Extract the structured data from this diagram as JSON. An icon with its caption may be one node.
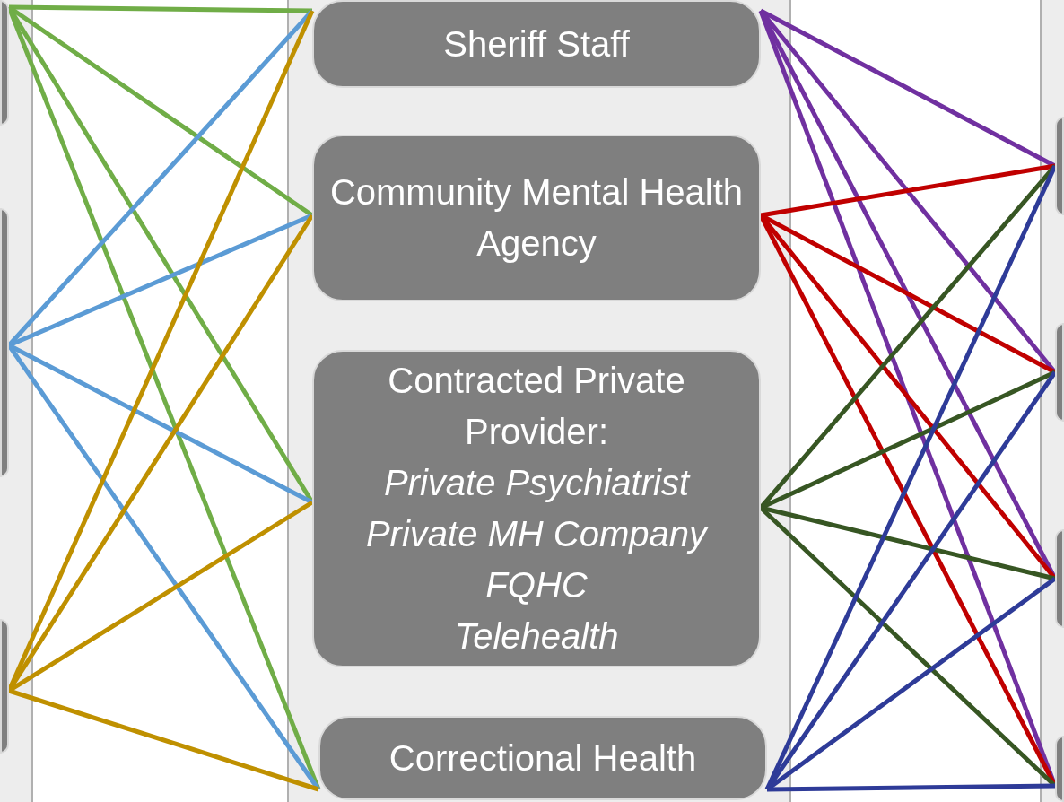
{
  "diagram": {
    "nodes": [
      {
        "text": [],
        "shape": "box"
      },
      {
        "text": [],
        "shape": "box"
      },
      {
        "text": [],
        "shape": "box"
      },
      {
        "text": [
          "Sheriff Staff"
        ]
      },
      {
        "text": [
          "Community Mental Health Agency"
        ]
      },
      {
        "text": [
          "Contracted Private Provider:",
          "Private Psychiatrist",
          "Private MH Company",
          "FQHC",
          "Telehealth"
        ]
      },
      {
        "text": [
          "Correctional Health"
        ]
      },
      {
        "text": [],
        "shape": "box"
      },
      {
        "text": [],
        "shape": "box"
      },
      {
        "text": [],
        "shape": "box"
      },
      {
        "text": [],
        "shape": "box"
      }
    ],
    "edges": [
      {
        "from": 0,
        "to": 3,
        "arrow": "none",
        "color": "#70ad47"
      },
      {
        "from": 0,
        "to": 4,
        "arrow": "none",
        "color": "#70ad47"
      },
      {
        "from": 0,
        "to": 5,
        "arrow": "none",
        "color": "#70ad47"
      },
      {
        "from": 0,
        "to": 6,
        "arrow": "none",
        "color": "#70ad47"
      },
      {
        "from": 1,
        "to": 3,
        "arrow": "none",
        "color": "#5b9bd5"
      },
      {
        "from": 1,
        "to": 4,
        "arrow": "none",
        "color": "#5b9bd5"
      },
      {
        "from": 1,
        "to": 5,
        "arrow": "none",
        "color": "#5b9bd5"
      },
      {
        "from": 1,
        "to": 6,
        "arrow": "none",
        "color": "#5b9bd5"
      },
      {
        "from": 2,
        "to": 3,
        "arrow": "none",
        "color": "#bf9000"
      },
      {
        "from": 2,
        "to": 4,
        "arrow": "none",
        "color": "#bf9000"
      },
      {
        "from": 2,
        "to": 5,
        "arrow": "none",
        "color": "#bf9000"
      },
      {
        "from": 2,
        "to": 6,
        "arrow": "none",
        "color": "#bf9000"
      },
      {
        "from": 3,
        "to": 7,
        "arrow": "none",
        "color": "#7030a0"
      },
      {
        "from": 3,
        "to": 8,
        "arrow": "none",
        "color": "#7030a0"
      },
      {
        "from": 3,
        "to": 9,
        "arrow": "none",
        "color": "#7030a0"
      },
      {
        "from": 3,
        "to": 10,
        "arrow": "none",
        "color": "#7030a0"
      },
      {
        "from": 4,
        "to": 7,
        "arrow": "none",
        "color": "#c00000"
      },
      {
        "from": 4,
        "to": 8,
        "arrow": "none",
        "color": "#c00000"
      },
      {
        "from": 4,
        "to": 9,
        "arrow": "none",
        "color": "#c00000"
      },
      {
        "from": 4,
        "to": 10,
        "arrow": "none",
        "color": "#c00000"
      },
      {
        "from": 5,
        "to": 7,
        "arrow": "none",
        "color": "#375623"
      },
      {
        "from": 5,
        "to": 8,
        "arrow": "none",
        "color": "#375623"
      },
      {
        "from": 5,
        "to": 9,
        "arrow": "none",
        "color": "#375623"
      },
      {
        "from": 5,
        "to": 10,
        "arrow": "none",
        "color": "#375623"
      },
      {
        "from": 6,
        "to": 7,
        "arrow": "none",
        "color": "#2e3b98"
      },
      {
        "from": 6,
        "to": 8,
        "arrow": "none",
        "color": "#2e3b98"
      },
      {
        "from": 6,
        "to": 9,
        "arrow": "none",
        "color": "#2e3b98"
      },
      {
        "from": 6,
        "to": 10,
        "arrow": "none",
        "color": "#2e3b98"
      }
    ]
  }
}
